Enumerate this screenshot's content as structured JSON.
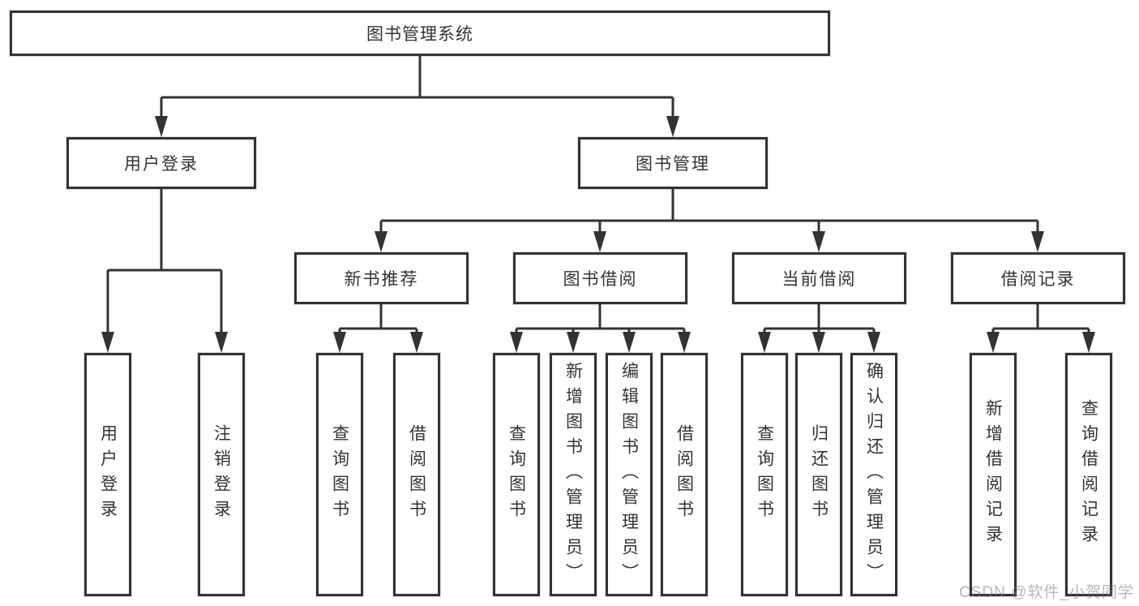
{
  "tree": {
    "root": "图书管理系统",
    "branches": [
      {
        "label": "用户登录",
        "leaves": [
          "用户登录",
          "注销登录"
        ]
      },
      {
        "label": "图书管理",
        "groups": [
          {
            "label": "新书推荐",
            "leaves": [
              "查询图书",
              "借阅图书"
            ]
          },
          {
            "label": "图书借阅",
            "leaves": [
              "查询图书",
              "新增图书（管理员）",
              "编辑图书（管理员）",
              "借阅图书"
            ]
          },
          {
            "label": "当前借阅",
            "leaves": [
              "查询图书",
              "归还图书",
              "确认归还（管理员）"
            ]
          },
          {
            "label": "借阅记录",
            "leaves": [
              "新增借阅记录",
              "查询借阅记录"
            ]
          }
        ]
      }
    ]
  },
  "watermark": "CSDN @软件_小贺同学",
  "colors": {
    "line": "#333333",
    "text": "#333333",
    "box_background": "#ffffff",
    "watermark": "#b5b5b5",
    "background": "#ffffff"
  }
}
